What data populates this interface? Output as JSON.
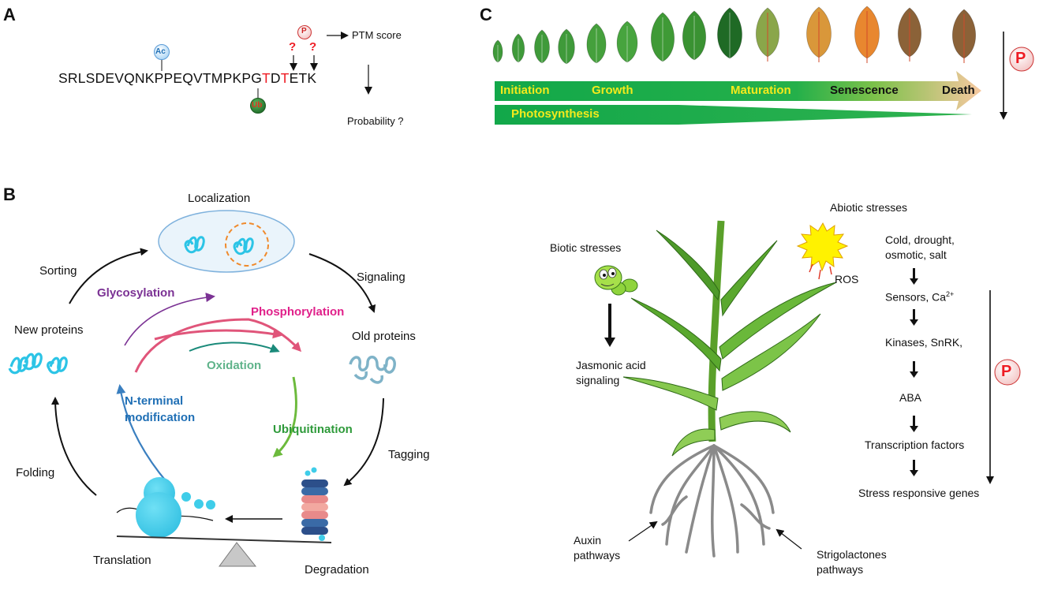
{
  "panel_a": {
    "letter": "A",
    "sequence_pre": "SRLSDEVQNKPPEQVTMPKPG",
    "site1": "T",
    "sequence_mid": "D",
    "site2": "T",
    "sequence_post": "ETK",
    "ac_badge": "Ac",
    "ub_badge": "Ub",
    "p_badge": "P",
    "question_mark": "?",
    "ptm_score": "PTM score",
    "probability": "Probability ?"
  },
  "panel_b": {
    "letter": "B",
    "localization": "Localization",
    "sorting": "Sorting",
    "signaling": "Signaling",
    "new_proteins": "New proteins",
    "old_proteins": "Old proteins",
    "glycosylation": "Glycosylation",
    "phosphorylation": "Phosphorylation",
    "oxidation": "Oxidation",
    "n_terminal_1": "N-terminal",
    "n_terminal_2": "modification",
    "ubiquitination": "Ubiquitination",
    "folding": "Folding",
    "tagging": "Tagging",
    "translation": "Translation",
    "degradation": "Degradation",
    "colors": {
      "glycosylation": "#7b3294",
      "phosphorylation": "#e0218a",
      "oxidation": "#5fb38a",
      "n_terminal": "#1f6fb5",
      "ubiquitination": "#2e9a3a"
    }
  },
  "panel_c": {
    "letter": "C",
    "stages": {
      "initiation": "Initiation",
      "growth": "Growth",
      "maturation": "Maturation",
      "senescence": "Senescence",
      "death": "Death"
    },
    "photosynthesis": "Photosynthesis",
    "p_badge": "P",
    "abiotic_stresses": "Abiotic stresses",
    "biotic_stresses": "Biotic  stresses",
    "ros": "ROS",
    "cascade_1a": "Cold, drought,",
    "cascade_1b": "osmotic, salt",
    "cascade_2": "Sensors, Ca",
    "cascade_2_sup": "2+",
    "cascade_3": "Kinases, SnRK,",
    "cascade_4": "ABA",
    "cascade_5": "Transcription factors",
    "cascade_6": "Stress responsive genes",
    "jasmonic_1": "Jasmonic acid",
    "jasmonic_2": "signaling",
    "auxin_1": "Auxin",
    "auxin_2": "pathways",
    "strigo_1": "Strigolactones",
    "strigo_2": "pathways",
    "leaf_colors": [
      "#3f9a3a",
      "#3f9a3a",
      "#3f9a3a",
      "#3f9a3a",
      "#45a03c",
      "#47a43e",
      "#3f9a36",
      "#3a9232",
      "#1f6a25",
      "#8aa64a",
      "#d9973a",
      "#e8872f",
      "#8b6238"
    ],
    "arrow_colors": {
      "start": "#12a84a",
      "end": "#f7c8a0"
    }
  }
}
